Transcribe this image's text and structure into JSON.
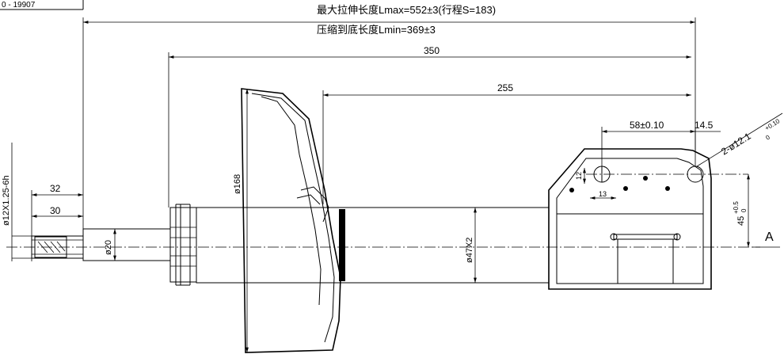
{
  "drawing": {
    "header_fragment": "0 - 19907",
    "lmax_label": "最大拉伸长度Lmax=552±3(行程S=183)",
    "lmin_label": "压缩到底长度Lmin=369±3",
    "dim_350": "350",
    "dim_255": "255",
    "dim_58": "58±0.10",
    "dim_14_5": "14.5",
    "hole_callout": "2-ø12.1",
    "hole_tol_upper": "+0.10",
    "hole_tol_lower": "0",
    "dim_32": "32",
    "dim_30": "30",
    "thread_label": "ø12X1.25-6h",
    "rod_dia": "ø20",
    "body_dia": "ø47X2",
    "spring_seat_dia": "ø168",
    "dim_12": "12",
    "dim_13": "13",
    "angle_label": "45",
    "angle_tol_upper": "+0.5",
    "angle_tol_lower": "0",
    "view_label": "A"
  }
}
